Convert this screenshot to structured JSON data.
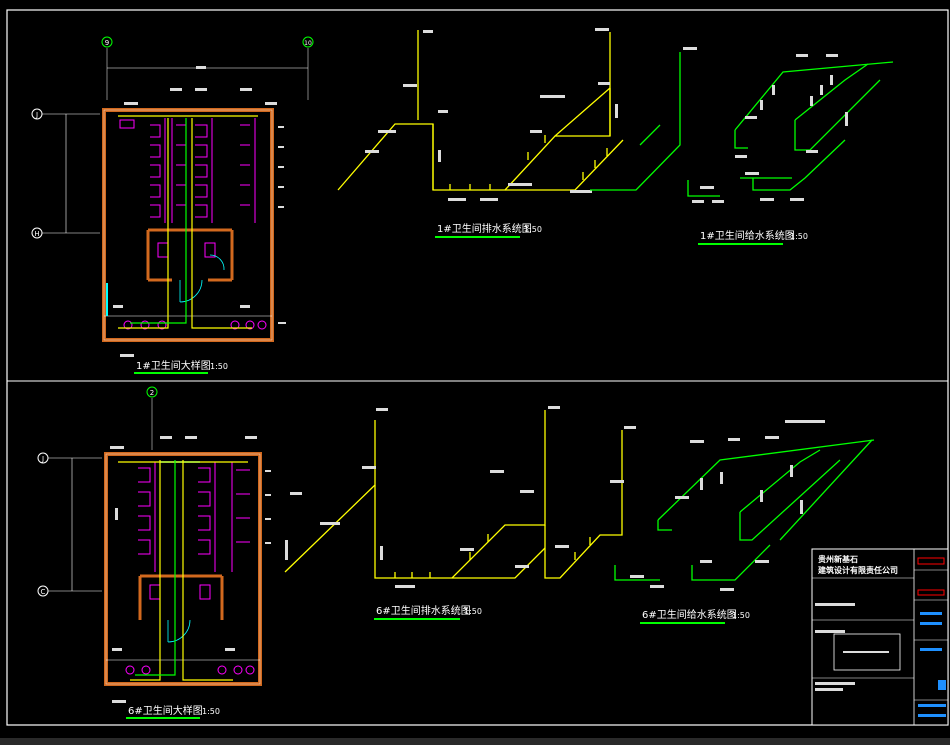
{
  "drawing": {
    "titles": {
      "plan_1": "1#卫生间大样图",
      "plan_6": "6#卫生间大样图",
      "drain_1": "1#卫生间排水系统图",
      "supply_1": "1#卫生间给水系统图",
      "drain_6": "6#卫生间排水系统图",
      "supply_6": "6#卫生间给水系统图"
    },
    "scales": {
      "plan_1": "1:50",
      "plan_6": "1:50",
      "drain_1": "1:50",
      "supply_1": "1:50",
      "drain_6": "1:50",
      "supply_6": "1:50"
    },
    "axis_bubbles": {
      "top_left_1": "9",
      "top_right_1": "10",
      "left_upper_1": "J",
      "left_lower_1": "H",
      "top_6": "2",
      "left_upper_6": "J",
      "left_lower_6": "C"
    },
    "title_block": {
      "company_line1": "贵州新基石",
      "company_line2": "建筑设计有限责任公司"
    },
    "colors": {
      "background": "#000000",
      "frame": "#ffffff",
      "wall": "#d2691e",
      "drain_pipe": "#ffff00",
      "supply_pipe": "#00ff00",
      "fixture": "#ff00ff",
      "door": "#00ffff",
      "title_underline": "#00ff00",
      "title_block_accent": "#ff0000"
    }
  }
}
